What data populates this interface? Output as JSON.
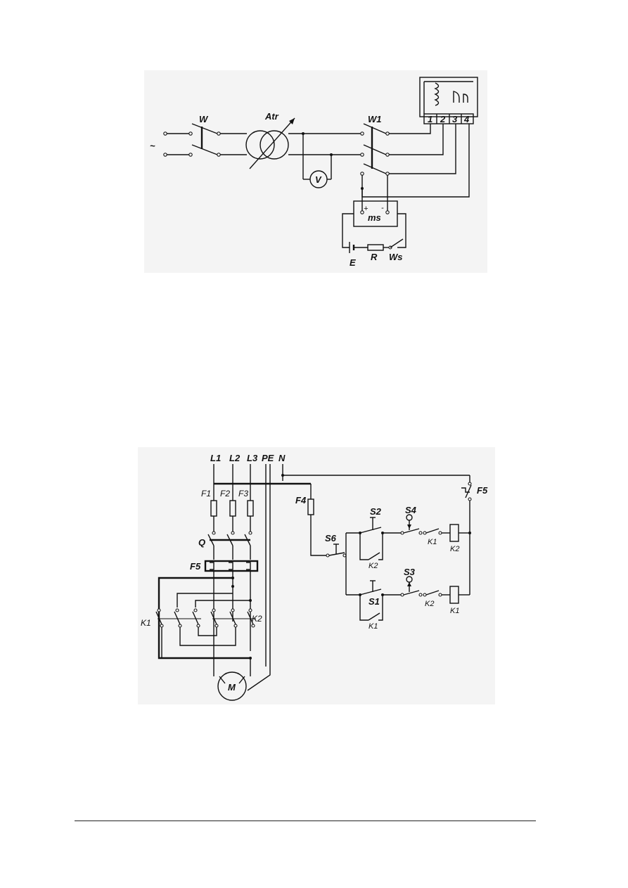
{
  "figure_top": {
    "labels": {
      "switch_main": "W",
      "autotransformer": "Atr",
      "switch_out": "W1",
      "voltmeter": "V",
      "timer": "ms",
      "battery": "E",
      "resistor": "R",
      "switch_timer": "Ws",
      "supply": "~",
      "plus": "+",
      "minus": "-",
      "terminals": [
        "1",
        "2",
        "3",
        "4"
      ]
    }
  },
  "figure_bottom": {
    "labels": {
      "line1": "L1",
      "line2": "L2",
      "line3": "L3",
      "protective_earth": "PE",
      "neutral": "N",
      "fuses": [
        "F1",
        "F2",
        "F3"
      ],
      "fuse_control": "F4",
      "overload_relay": "F5",
      "overload_contact": "F5",
      "main_switch": "Q",
      "contactor_left": "K1",
      "contactor_right": "K2",
      "motor": "M",
      "stop_button": "S6",
      "start_button_top": "S2",
      "start_button_bottom": "S1",
      "limit_top": "S4",
      "limit_bottom": "S3",
      "hold_top": "K2",
      "hold_bottom": "K1",
      "interlock_top": "K1",
      "interlock_bottom": "K2",
      "coil_top": "K2",
      "coil_bottom": "K1"
    }
  }
}
